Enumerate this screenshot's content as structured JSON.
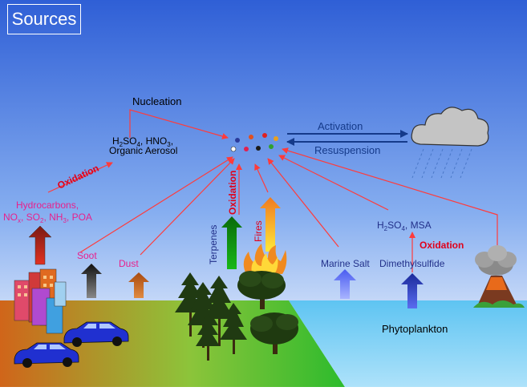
{
  "title": "Sources",
  "center": {
    "nucleation": "Nucleation",
    "h2so4_hno3": {
      "a": "H",
      "b": "2",
      "c": "SO",
      "d": "4",
      "e": ", HNO",
      "f": "3",
      "g": ","
    },
    "organic_aerosol": "Organic Aerosol",
    "oxidation_left": "Oxidation"
  },
  "cloud": {
    "activation": "Activation",
    "resuspension": "Resuspension"
  },
  "left_sources": {
    "hydrocarbons": "Hydrocarbons,",
    "nox_line": {
      "a": "NO",
      "b": "x",
      "c": ", SO",
      "d": "2",
      "e": ", NH",
      "f": "3",
      "g": ", POA"
    },
    "soot": "Soot",
    "dust": "Dust"
  },
  "forest": {
    "terpenes": "Terpenes",
    "oxidation": "Oxidation",
    "fires": "Fires"
  },
  "ocean": {
    "marine_salt": "Marine Salt",
    "dms": "Dimethylsulfide",
    "h2so4_msa": {
      "a": "H",
      "b": "2",
      "c": "SO",
      "d": "4",
      "e": ", MSA"
    },
    "oxidation": "Oxidation",
    "phytoplankton": "Phytoplankton"
  },
  "colors": {
    "sky_top": "#3a6ad8",
    "sky_bottom": "#ffffff",
    "red_arrow": "#ff3b3b",
    "pink_text": "#e8208c",
    "navy_text": "#22308a",
    "oxidation_red": "#e0001a",
    "cloud_arrow": "#153a8a"
  },
  "particles": [
    "#2a3a9a",
    "#e05020",
    "#e02020",
    "#e8a020",
    "#ffffff",
    "#e02050",
    "#1a1a1a",
    "#30a030"
  ]
}
